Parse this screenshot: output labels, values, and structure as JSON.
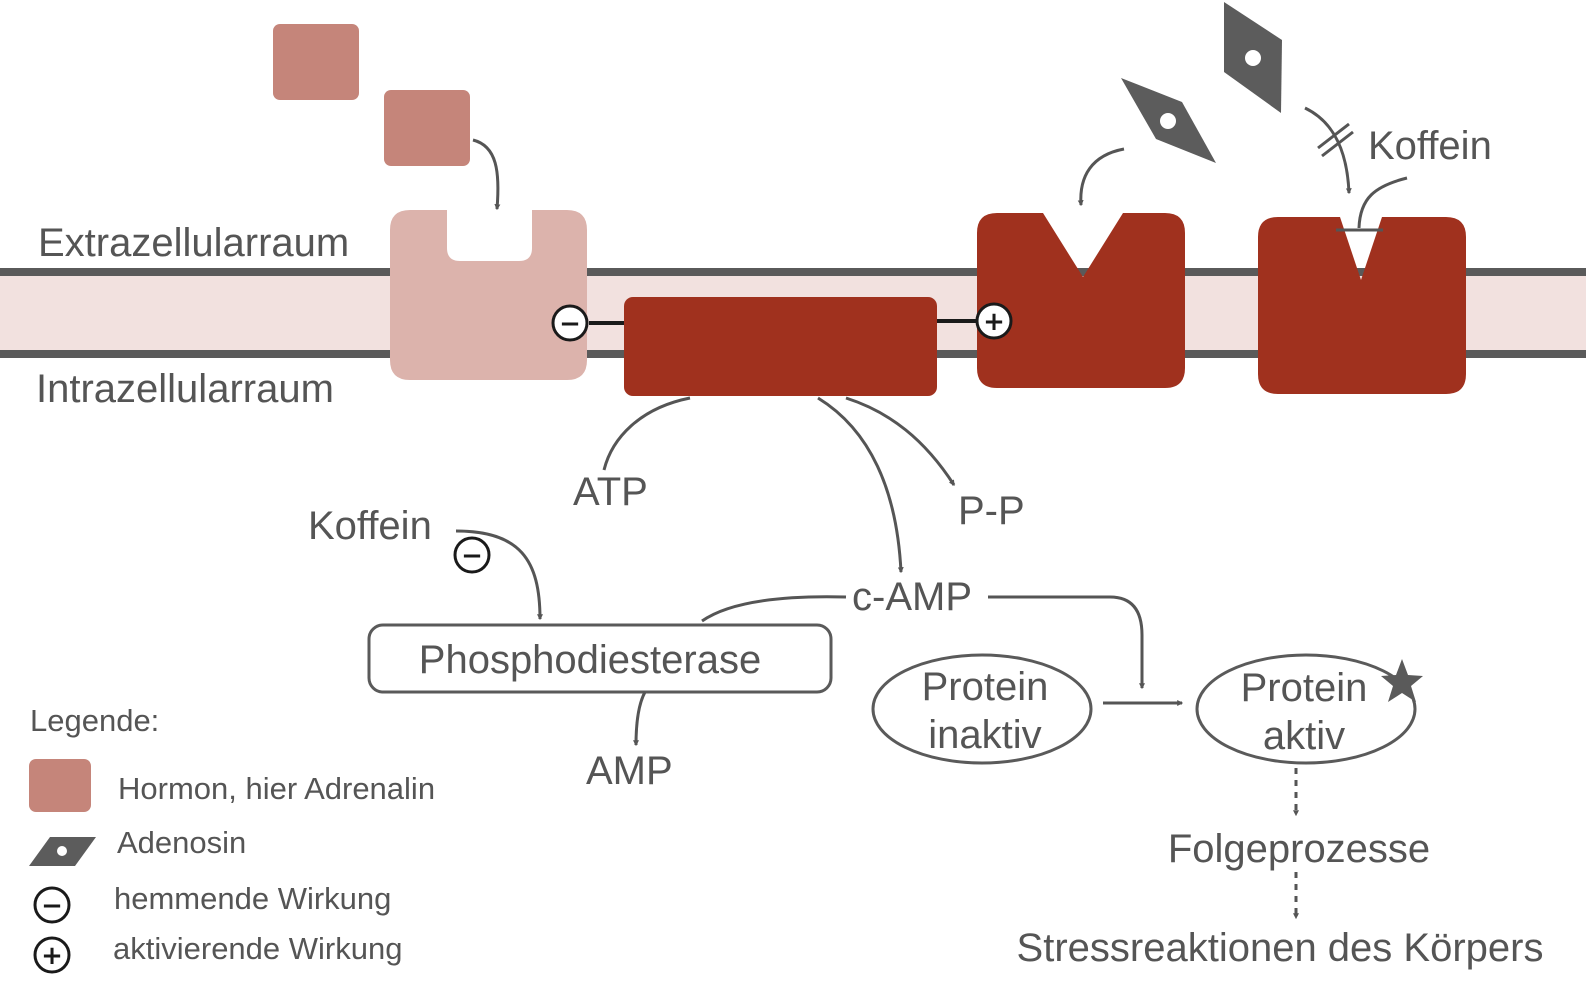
{
  "colors": {
    "hormone": "#c5857a",
    "receptor_hormone": "#dcb3ac",
    "enzyme": "#a0311e",
    "membrane": "#f2e1df",
    "membrane_line": "#5a5a5a",
    "adenosine": "#5c5c5c",
    "text": "#555555",
    "sign": "#1a1a1a"
  },
  "labels": {
    "extracellular": "Extrazellularraum",
    "intracellular": "Intrazellularraum",
    "koffein_receptor": "Koffein",
    "atp": "ATP",
    "pp": "P-P",
    "koffein_pde": "Koffein",
    "camp": "c-AMP",
    "phosphodiesterase": "Phosphodiesterase",
    "amp": "AMP",
    "protein_inactive_1": "Protein",
    "protein_inactive_2": "inaktiv",
    "protein_active_1": "Protein",
    "protein_active_2": "aktiv",
    "folgeprozesse": "Folgeprozesse",
    "stressreaktionen": "Stressreaktionen des Körpers"
  },
  "legend": {
    "title": "Legende:",
    "hormone": "Hormon, hier Adrenalin",
    "adenosine": "Adenosin",
    "inhibiting": "hemmende Wirkung",
    "activating": "aktivierende Wirkung"
  },
  "signs": {
    "minus": "−",
    "plus": "+"
  },
  "icons": {
    "hormone": "square-icon",
    "adenosine": "rhombus-dot-icon",
    "inhibiting": "minus-circle-icon",
    "activating": "plus-circle-icon",
    "blocked": "double-slash-icon",
    "active": "star-icon"
  }
}
